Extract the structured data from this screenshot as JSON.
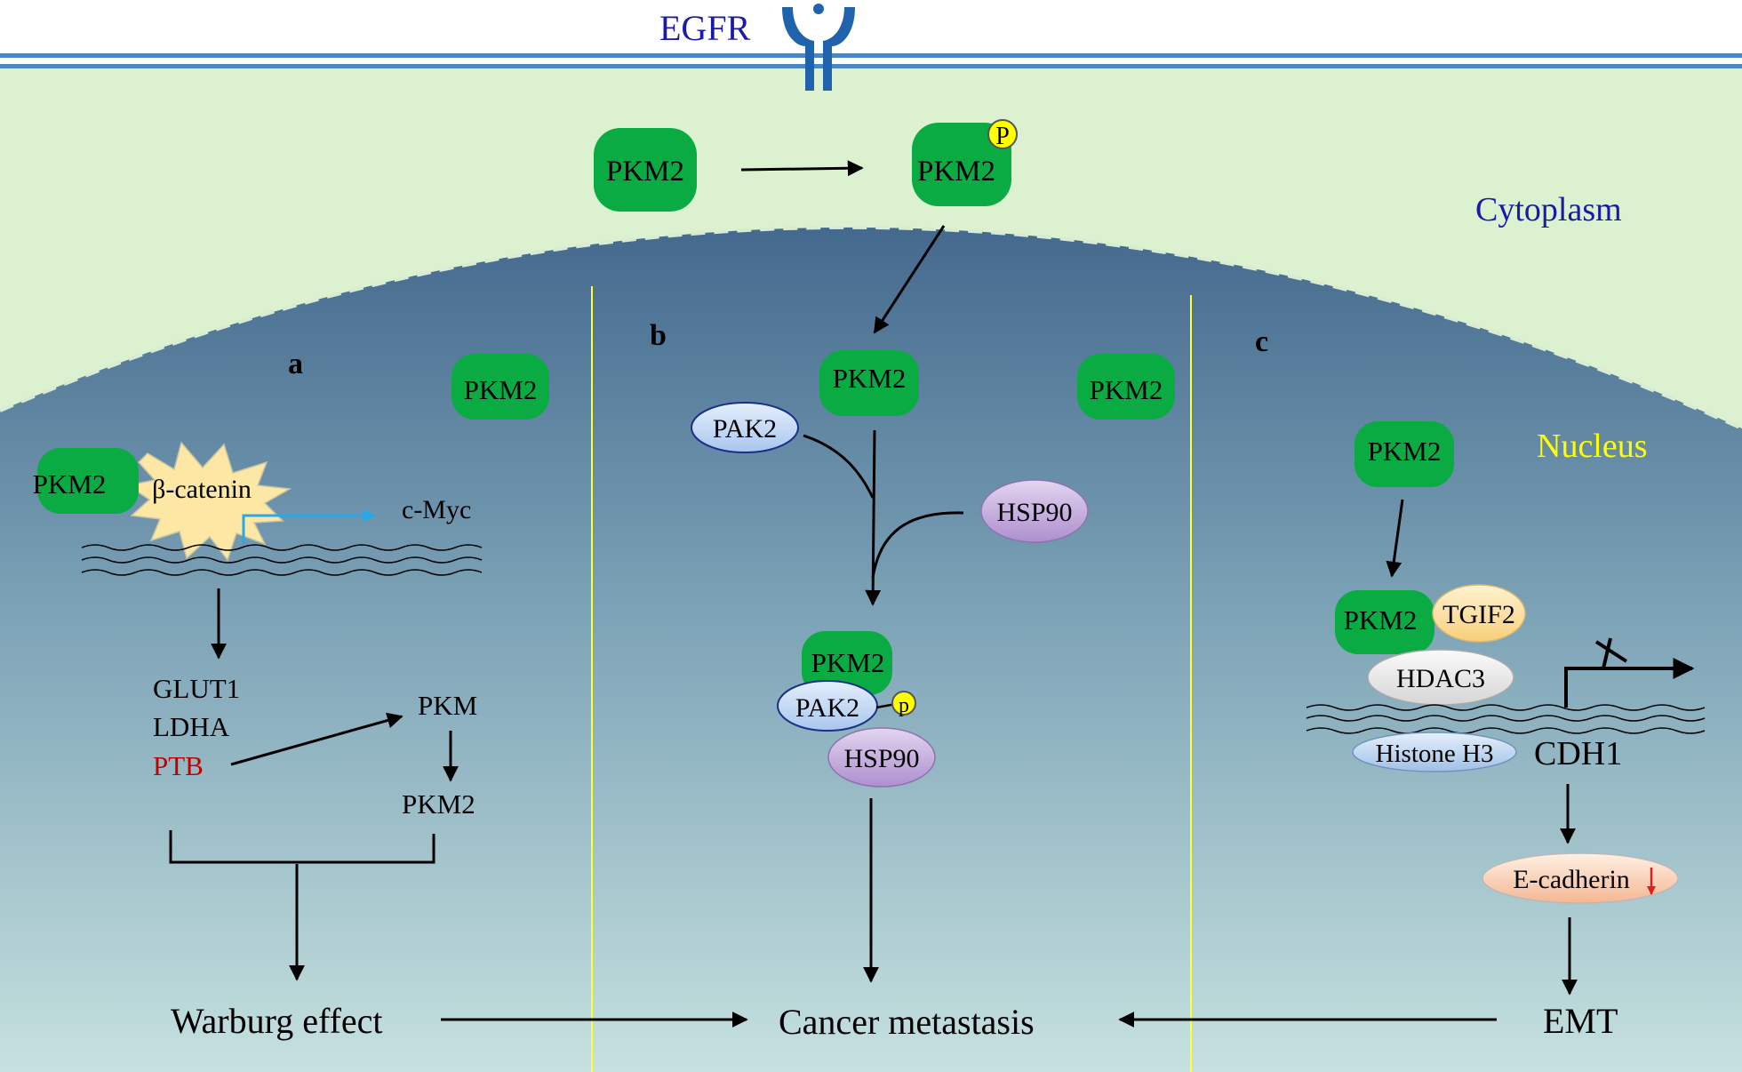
{
  "labels": {
    "egfr": "EGFR",
    "cytoplasm": "Cytoplasm",
    "nucleus": "Nucleus",
    "panel_a": "a",
    "panel_b": "b",
    "panel_c": "c",
    "pkm2": "PKM2",
    "phospho": "P",
    "phospho_small": "p",
    "beta_catenin": "β-catenin",
    "c_myc": "c-Myc",
    "glut1": "GLUT1",
    "ldha": "LDHA",
    "ptb": "PTB",
    "pkm": "PKM",
    "pak2": "PAK2",
    "hsp90": "HSP90",
    "tgif2": "TGIF2",
    "hdac3": "HDAC3",
    "histone_h3": "Histone H3",
    "cdh1": "CDH1",
    "e_cadherin": "E-cadherin",
    "down_arrow": "↓",
    "emt": "EMT",
    "warburg": "Warburg effect",
    "metastasis": "Cancer metastasis"
  },
  "colors": {
    "cytoplasm_bg": "#dcf1cf",
    "membrane": "#4a86bf",
    "receptor": "#1f63ad",
    "nucleus_top": "#456f93",
    "nucleus_bottom": "#c5e0de",
    "pkm2_green": "#0bab44",
    "label_blue": "#1a1aa8",
    "label_yellow": "#ffff00",
    "ptb_red": "#c00000",
    "cmyc_arrow": "#29a8e8",
    "divider": "#ffff33",
    "phospho_yellow": "#ffff00",
    "burst": "#fde7a5",
    "pak2_fill": "#c5dbf7",
    "hsp90_fill": "#c7aedd",
    "tgif2_fill": "#fde2a6",
    "hdac3_fill": "#e9e9e9",
    "ecad_fill": "#fbd5bb"
  }
}
